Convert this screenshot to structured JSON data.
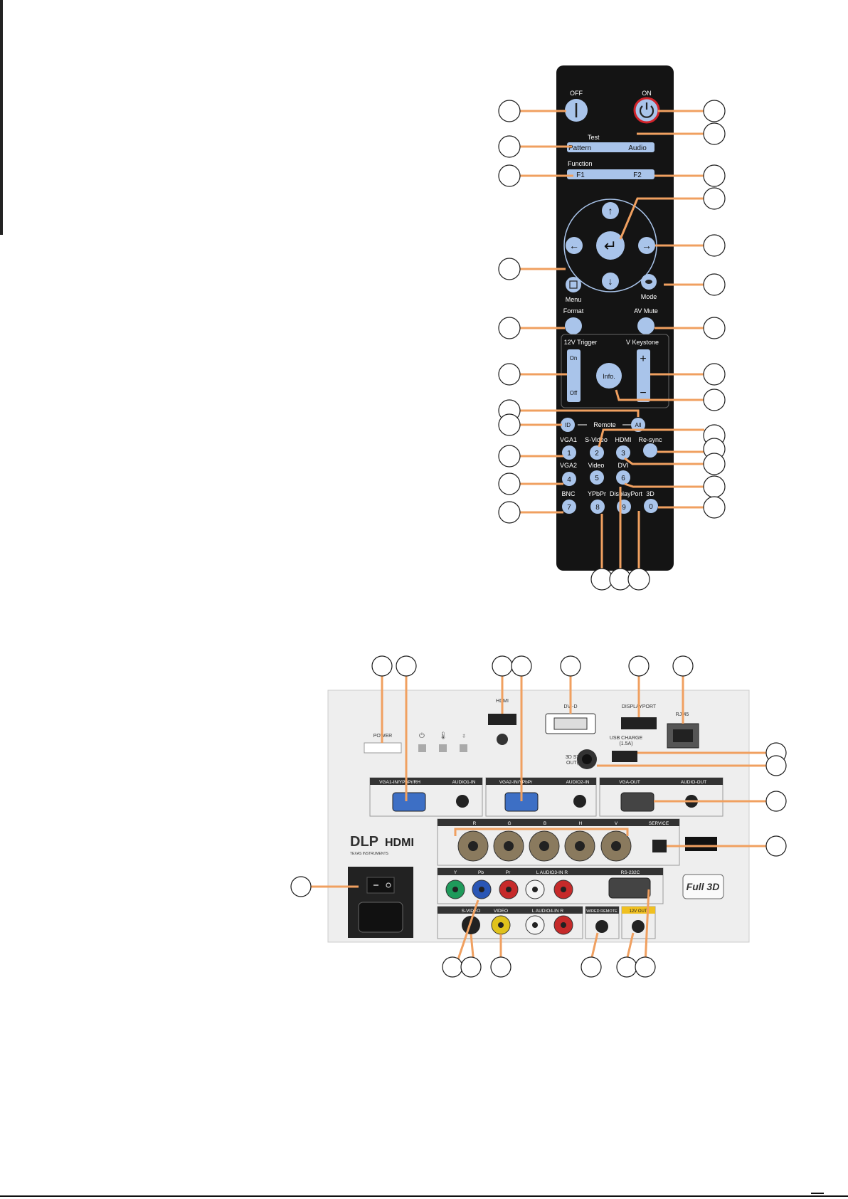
{
  "colors": {
    "accent": "#f0a060",
    "remote_body": "#141414",
    "button": "#a9c4ea",
    "panel_bg": "#eeeeee",
    "callout_fill": "#ffffff",
    "callout_stroke": "#1a1a1a"
  },
  "remote": {
    "off": "OFF",
    "on": "ON",
    "test": "Test",
    "pattern": "Pattern",
    "audio": "Audio",
    "function": "Function",
    "f1": "F1",
    "f2": "F2",
    "menu": "Menu",
    "mode": "Mode",
    "format": "Format",
    "av_mute": "AV Mute",
    "trigger": "12V Trigger",
    "keystone": "V Keystone",
    "on_key": "On",
    "off_key": "Off",
    "info": "Info.",
    "plus": "+",
    "minus": "−",
    "remote": "Remote",
    "id": "ID",
    "all": "All",
    "vga1": "VGA1",
    "svideo": "S-Video",
    "hdmi": "HDMI",
    "resync": "Re-sync",
    "vga2": "VGA2",
    "video": "Video",
    "dvi": "DVI",
    "bnc": "BNC",
    "ypbpr": "YPbPr",
    "displayport": "DisplayPort",
    "3d": "3D",
    "n1": "1",
    "n2": "2",
    "n3": "3",
    "n4": "4",
    "n5": "5",
    "n6": "6",
    "n7": "7",
    "n8": "8",
    "n9": "9",
    "n0": "0"
  },
  "panel": {
    "power": "POWER",
    "hdmi": "HDMI",
    "dvi_d": "DVI-D",
    "displayport": "DISPLAYPORT",
    "rj45": "RJ-45",
    "usb_charge_1": "USB CHARGE",
    "usb_charge_2": "(1.5A)",
    "sync_1": "3D SYNC",
    "sync_2": "OUT(5V)",
    "vga1_in": "VGA1-IN/YPbPr/RH",
    "audio1_in": "AUDIO1-IN",
    "vga2_in": "VGA2-IN/YPbPr",
    "audio2_in": "AUDIO2-IN",
    "vga_out": "VGA-OUT",
    "audio_out": "AUDIO-OUT",
    "r": "R",
    "g": "G",
    "b": "B",
    "h": "H",
    "v": "V",
    "service": "SERVICE",
    "y": "Y",
    "pb": "Pb",
    "pr": "Pr",
    "audio3": "L  AUDIO3-IN  R",
    "rs232": "RS-232C",
    "svideo": "S-VIDEO",
    "video": "VIDEO",
    "audio4": "L  AUDIO4-IN  R",
    "wired_remote": "WIRED REMOTE",
    "twelve_out": "12V OUT",
    "dlp": "DLP",
    "texas": "TEXAS INSTRUMENTS",
    "hdmi_logo": "HDMI",
    "full3d": "Full 3D"
  }
}
